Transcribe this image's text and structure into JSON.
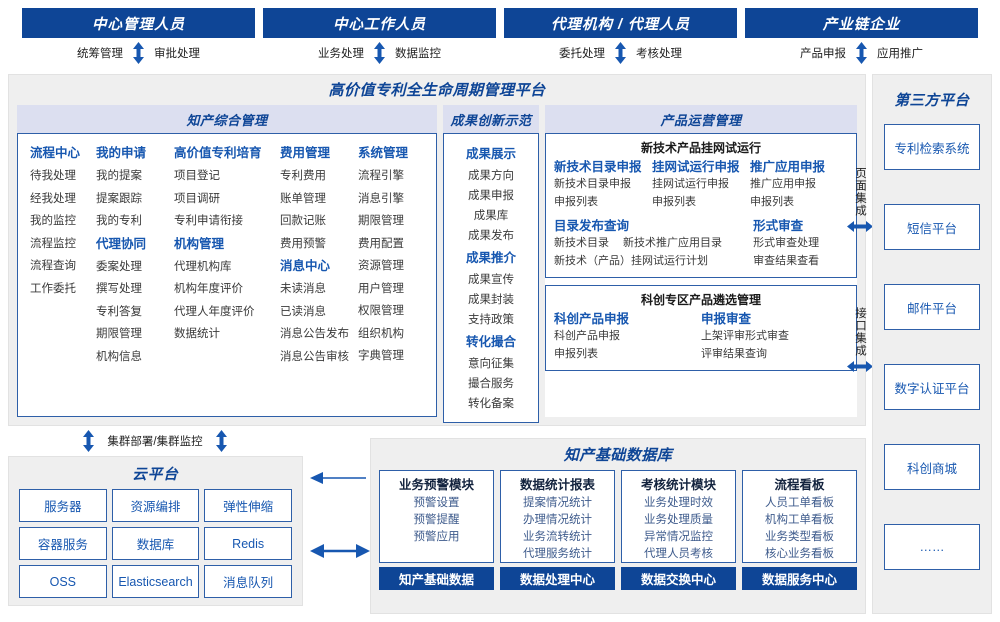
{
  "roles": [
    {
      "title": "中心管理人员",
      "left": "统筹管理",
      "right": "审批处理"
    },
    {
      "title": "中心工作人员",
      "left": "业务处理",
      "right": "数据监控"
    },
    {
      "title": "代理机构 / 代理人员",
      "left": "委托处理",
      "right": "考核处理"
    },
    {
      "title": "产业链企业",
      "left": "产品申报",
      "right": "应用推广"
    }
  ],
  "platform": {
    "title": "高价值专利全生命周期管理平台",
    "groups": {
      "zhichan": {
        "title": "知产综合管理",
        "columns": [
          {
            "items": [
              {
                "t": "head",
                "label": "流程中心"
              },
              {
                "t": "item",
                "label": "待我处理"
              },
              {
                "t": "item",
                "label": "经我处理"
              },
              {
                "t": "item",
                "label": "我的监控"
              },
              {
                "t": "item",
                "label": "流程监控"
              },
              {
                "t": "item",
                "label": "流程查询"
              },
              {
                "t": "item",
                "label": "工作委托"
              }
            ]
          },
          {
            "items": [
              {
                "t": "head",
                "label": "我的申请"
              },
              {
                "t": "item",
                "label": "我的提案"
              },
              {
                "t": "item",
                "label": "提案跟踪"
              },
              {
                "t": "item",
                "label": "我的专利"
              },
              {
                "t": "head",
                "label": "代理协同"
              },
              {
                "t": "item",
                "label": "委案处理"
              },
              {
                "t": "item",
                "label": "撰写处理"
              },
              {
                "t": "item",
                "label": "专利答复"
              },
              {
                "t": "item",
                "label": "期限管理"
              },
              {
                "t": "item",
                "label": "机构信息"
              }
            ]
          },
          {
            "items": [
              {
                "t": "head",
                "label": "高价值专利培育"
              },
              {
                "t": "item",
                "label": "项目登记"
              },
              {
                "t": "item",
                "label": "项目调研"
              },
              {
                "t": "item",
                "label": "专利申请衔接"
              },
              {
                "t": "head",
                "label": "机构管理"
              },
              {
                "t": "item",
                "label": "代理机构库"
              },
              {
                "t": "item",
                "label": "机构年度评价"
              },
              {
                "t": "item",
                "label": "代理人年度评价"
              },
              {
                "t": "item",
                "label": "数据统计"
              }
            ]
          },
          {
            "items": [
              {
                "t": "head",
                "label": "费用管理"
              },
              {
                "t": "item",
                "label": "专利费用"
              },
              {
                "t": "item",
                "label": "账单管理"
              },
              {
                "t": "item",
                "label": "回款记账"
              },
              {
                "t": "item",
                "label": "费用预警"
              },
              {
                "t": "head",
                "label": "消息中心"
              },
              {
                "t": "item",
                "label": "未读消息"
              },
              {
                "t": "item",
                "label": "已读消息"
              },
              {
                "t": "item",
                "label": "消息公告发布"
              },
              {
                "t": "item",
                "label": "消息公告审核"
              }
            ]
          },
          {
            "items": [
              {
                "t": "head",
                "label": "系统管理"
              },
              {
                "t": "item",
                "label": "流程引擎"
              },
              {
                "t": "item",
                "label": "消息引擎"
              },
              {
                "t": "item",
                "label": "期限管理"
              },
              {
                "t": "item",
                "label": "费用配置"
              },
              {
                "t": "item",
                "label": "资源管理"
              },
              {
                "t": "item",
                "label": "用户管理"
              },
              {
                "t": "item",
                "label": "权限管理"
              },
              {
                "t": "item",
                "label": "组织机构"
              },
              {
                "t": "item",
                "label": "字典管理"
              }
            ]
          }
        ]
      },
      "chengguo": {
        "title": "成果创新示范",
        "items": [
          {
            "t": "head",
            "label": "成果展示"
          },
          {
            "t": "item",
            "label": "成果方向"
          },
          {
            "t": "item",
            "label": "成果申报"
          },
          {
            "t": "item",
            "label": "成果库"
          },
          {
            "t": "item",
            "label": "成果发布"
          },
          {
            "t": "head",
            "label": "成果推介"
          },
          {
            "t": "item",
            "label": "成果宣传"
          },
          {
            "t": "item",
            "label": "成果封装"
          },
          {
            "t": "item",
            "label": "支持政策"
          },
          {
            "t": "head",
            "label": "转化撮合"
          },
          {
            "t": "item",
            "label": "意向征集"
          },
          {
            "t": "item",
            "label": "撮合服务"
          },
          {
            "t": "item",
            "label": "转化备案"
          }
        ]
      },
      "chanpin": {
        "title": "产品运营管理",
        "box1": {
          "title": "新技术产品挂网试运行",
          "row1": [
            {
              "head": "新技术目录申报",
              "items": [
                "新技术目录申报",
                "申报列表"
              ]
            },
            {
              "head": "挂网试运行申报",
              "items": [
                "挂网试运行申报",
                "申报列表"
              ]
            },
            {
              "head": "推广应用申报",
              "items": [
                "推广应用申报",
                "申报列表"
              ]
            }
          ],
          "row2": [
            {
              "head": "目录发布查询",
              "items": [
                "新技术目录　 新技术推广应用目录",
                "新技术（产品）挂网试运行计划"
              ]
            },
            {
              "head": "形式审查",
              "items": [
                "形式审查处理",
                "审查结果查看"
              ]
            }
          ]
        },
        "box2": {
          "title": "科创专区产品遴选管理",
          "row1": [
            {
              "head": "科创产品申报",
              "items": [
                "科创产品申报",
                "申报列表"
              ]
            },
            {
              "head": "申报审查",
              "items": [
                "上架评审形式审查",
                "评审结果查询"
              ]
            }
          ]
        }
      }
    }
  },
  "integration": [
    "页面集成",
    "接口集成"
  ],
  "third_party": {
    "title": "第三方平台",
    "items": [
      "专利检索系统",
      "短信平台",
      "邮件平台",
      "数字认证平台",
      "科创商城",
      "……"
    ]
  },
  "cluster_label": "集群部署/集群监控",
  "cloud": {
    "title": "云平台",
    "cells": [
      "服务器",
      "资源编排",
      "弹性伸缩",
      "容器服务",
      "数据库",
      "Redis",
      "OSS",
      "Elasticsearch",
      "消息队列"
    ]
  },
  "kdb": {
    "title": "知产基础数据库",
    "columns": [
      {
        "head": "业务预警模块",
        "items": [
          "预警设置",
          "预警提醒",
          "预警应用"
        ],
        "foot": "知产基础数据"
      },
      {
        "head": "数据统计报表",
        "items": [
          "提案情况统计",
          "办理情况统计",
          "业务流转统计",
          "代理服务统计"
        ],
        "foot": "数据处理中心"
      },
      {
        "head": "考核统计模块",
        "items": [
          "业务处理时效",
          "业务处理质量",
          "异常情况监控",
          "代理人员考核"
        ],
        "foot": "数据交换中心"
      },
      {
        "head": "流程看板",
        "items": [
          "人员工单看板",
          "机构工单看板",
          "业务类型看板",
          "核心业务看板"
        ],
        "foot": "数据服务中心"
      }
    ]
  },
  "colors": {
    "brand": "#0E4596",
    "accent": "#1757B0",
    "border": "#2E5FA8",
    "panel": "#EFEFEF",
    "group_head": "#DCDFF0"
  }
}
